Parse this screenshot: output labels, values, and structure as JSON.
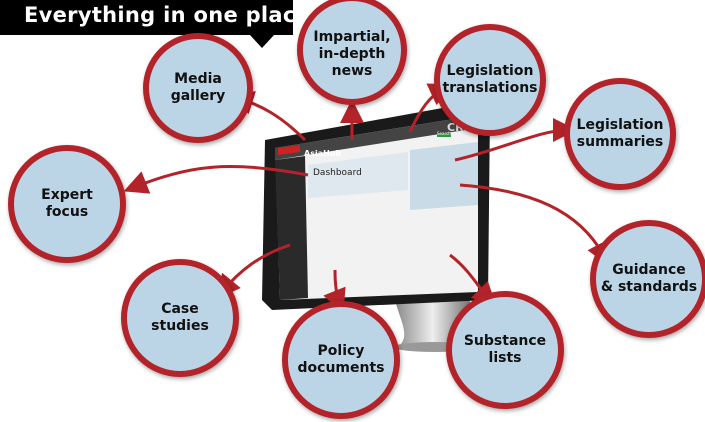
{
  "title": "Everything in one place",
  "features": [
    {
      "id": "media-gallery",
      "label": "Media\ngallery"
    },
    {
      "id": "impartial-news",
      "label": "Impartial,\nin-depth\nnews"
    },
    {
      "id": "legislation-translations",
      "label": "Legislation\ntranslations"
    },
    {
      "id": "legislation-summaries",
      "label": "Legislation\nsummaries"
    },
    {
      "id": "expert-focus",
      "label": "Expert\nfocus"
    },
    {
      "id": "guidance-standards",
      "label": "Guidance\n& standards"
    },
    {
      "id": "case-studies",
      "label": "Case\nstudies"
    },
    {
      "id": "policy-documents",
      "label": "Policy\ndocuments"
    },
    {
      "id": "substance-lists",
      "label": "Substance\nlists"
    }
  ],
  "monitor": {
    "app_name": "AsiaHub",
    "brand": "CRS",
    "page_title": "Dashboard",
    "search_label": "Search"
  },
  "colors": {
    "accent": "#b3232a",
    "circle_fill": "#bcd5e6",
    "banner": "#000000"
  }
}
